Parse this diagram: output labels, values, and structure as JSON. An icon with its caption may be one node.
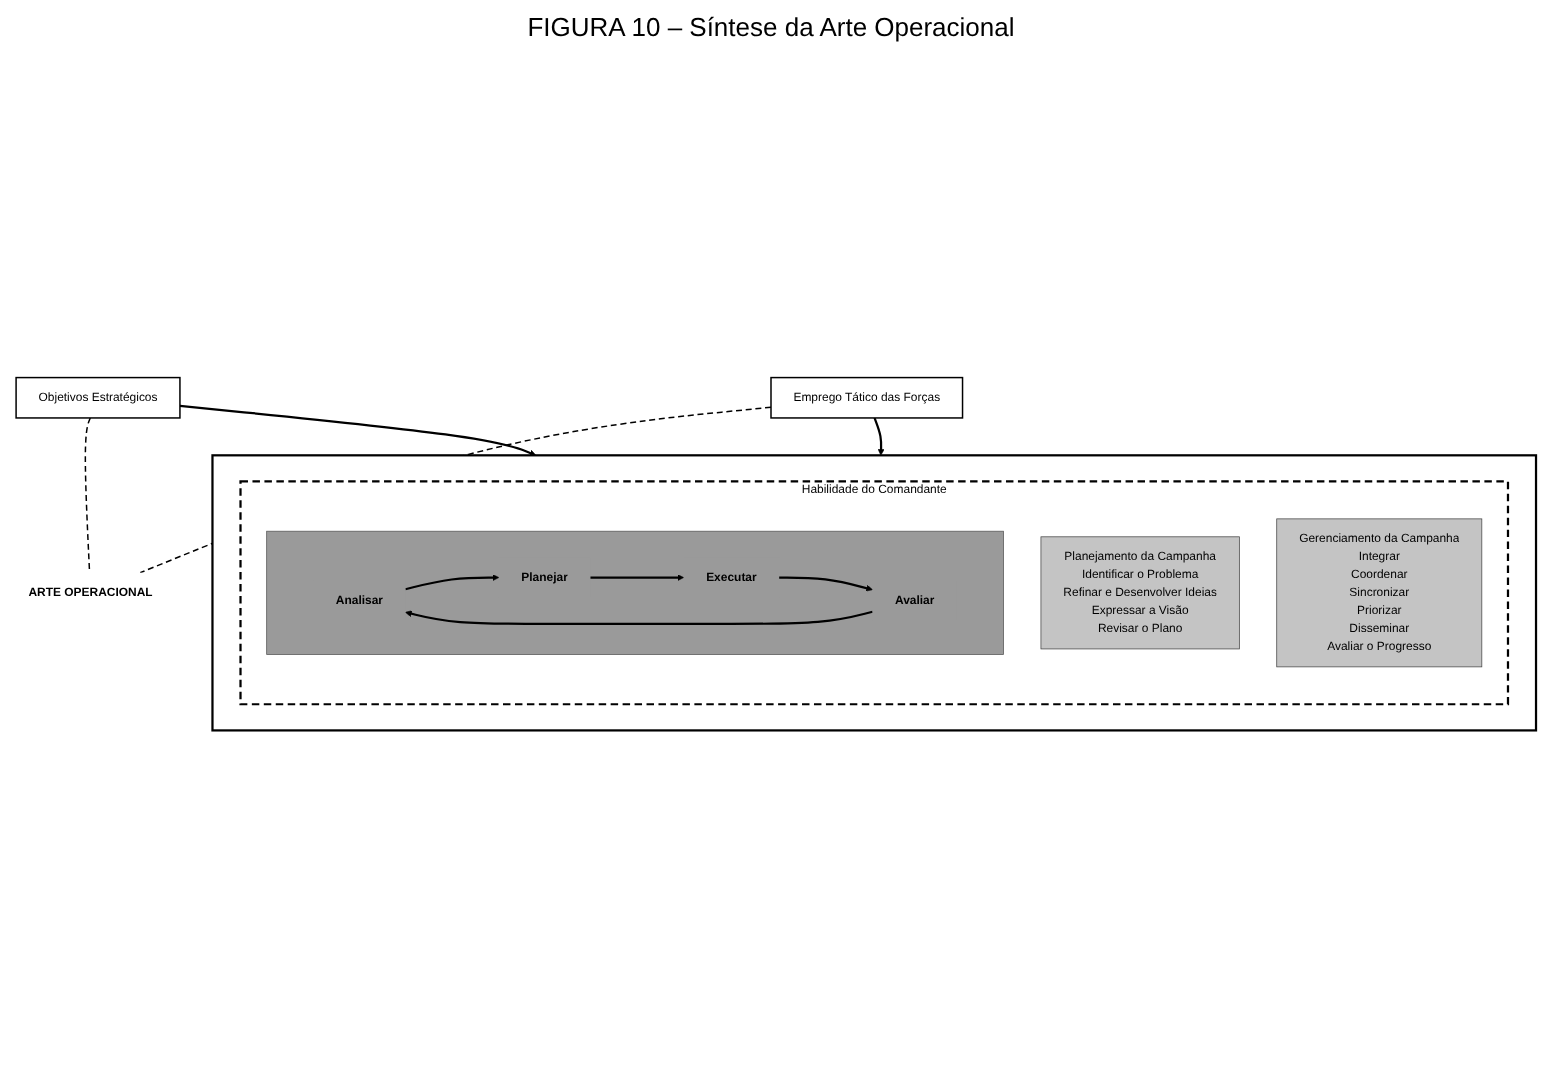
{
  "diagram": {
    "title": "FIGURA 10 – Síntese da Arte Operacional",
    "nodes": [
      {
        "text": [
          "Objetivos Estratégicos"
        ]
      },
      {
        "text": [],
        "shape": "box"
      },
      {
        "text": [
          "Habilidade do Comandante"
        ],
        "in": 1
      },
      {
        "text": [],
        "shape": "box",
        "in": 2
      },
      {
        "text": [
          "Analisar"
        ],
        "in": 3
      },
      {
        "text": [
          "Planejar"
        ],
        "in": 3
      },
      {
        "text": [
          "Avaliar"
        ],
        "in": 3
      },
      {
        "text": [
          "Executar"
        ],
        "in": 3
      },
      {
        "text": [
          "Planejamento da Campanha",
          "Identificar o Problema",
          "Refinar e Desenvolver Ideias",
          "Expressar a Visão",
          "Revisar o Plano"
        ],
        "in": 2
      },
      {
        "text": [
          "Gerenciamento da Campanha",
          "Integrar",
          "Coordenar",
          "Sincronizar",
          "Priorizar",
          "Disseminar",
          "Avaliar o Progresso"
        ],
        "in": 2
      },
      {
        "text": [
          "ARTE OPERACIONAL"
        ]
      },
      {
        "text": [
          "Emprego Tático das Forças"
        ]
      }
    ],
    "edges": [
      {
        "from": 0,
        "to": 1,
        "arrow": "to"
      },
      {
        "from": 4,
        "to": 5,
        "arrow": "to"
      },
      {
        "from": 5,
        "to": 7,
        "arrow": "to"
      },
      {
        "from": 7,
        "to": 6,
        "arrow": "to"
      },
      {
        "from": 6,
        "to": 4,
        "arrow": "to"
      },
      {
        "from": 11,
        "to": 1,
        "arrow": "to"
      },
      {
        "from": 0,
        "to": 10,
        "arrow": "none",
        "style": "dashed"
      },
      {
        "from": 11,
        "to": 10,
        "arrow": "none",
        "style": "dashed"
      }
    ]
  }
}
